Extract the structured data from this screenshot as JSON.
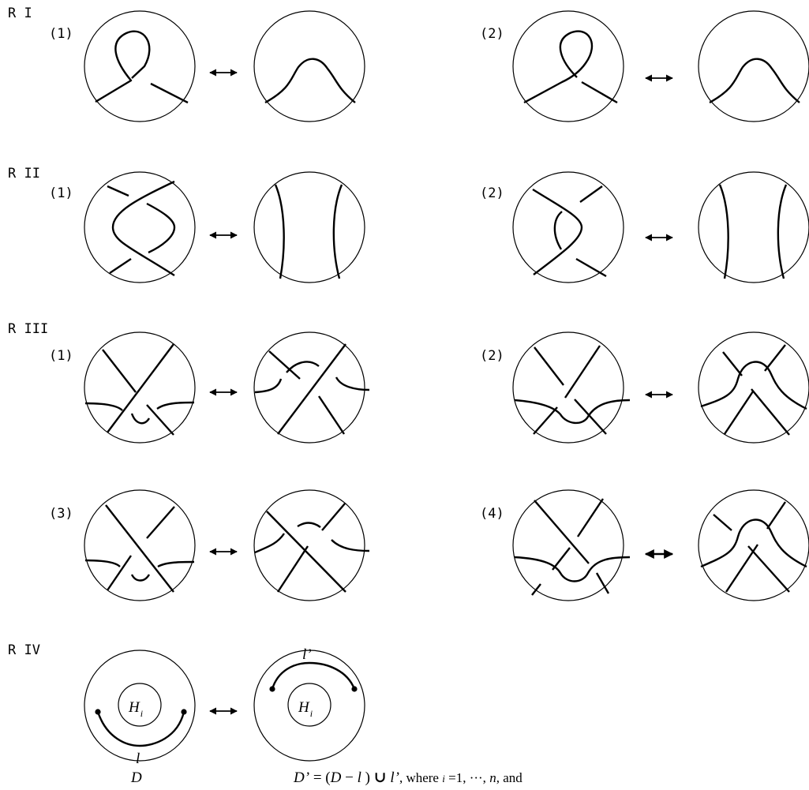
{
  "labels": {
    "r1": "R I",
    "r2": "R II",
    "r3": "R III",
    "r4": "R IV",
    "n1": "(1)",
    "n2": "(2)",
    "n3": "(3)",
    "n4": "(4)"
  },
  "rIV": {
    "disk_left": "D",
    "hole": "H",
    "hole_sub": "i",
    "arc_left": "l",
    "arc_right": "l’",
    "formula_lhs": "D’",
    "formula_eq": " = (",
    "formula_D": "D",
    "formula_minus": " − ",
    "formula_l": "l",
    "formula_close": " ) ",
    "formula_union": "∪",
    "formula_lp": "  l’",
    "formula_comma": ",   where ",
    "formula_i": "i",
    "formula_range": " =1, ···, ",
    "formula_n": "n",
    "formula_and": ", and"
  },
  "arrow_symbol": "⟷"
}
